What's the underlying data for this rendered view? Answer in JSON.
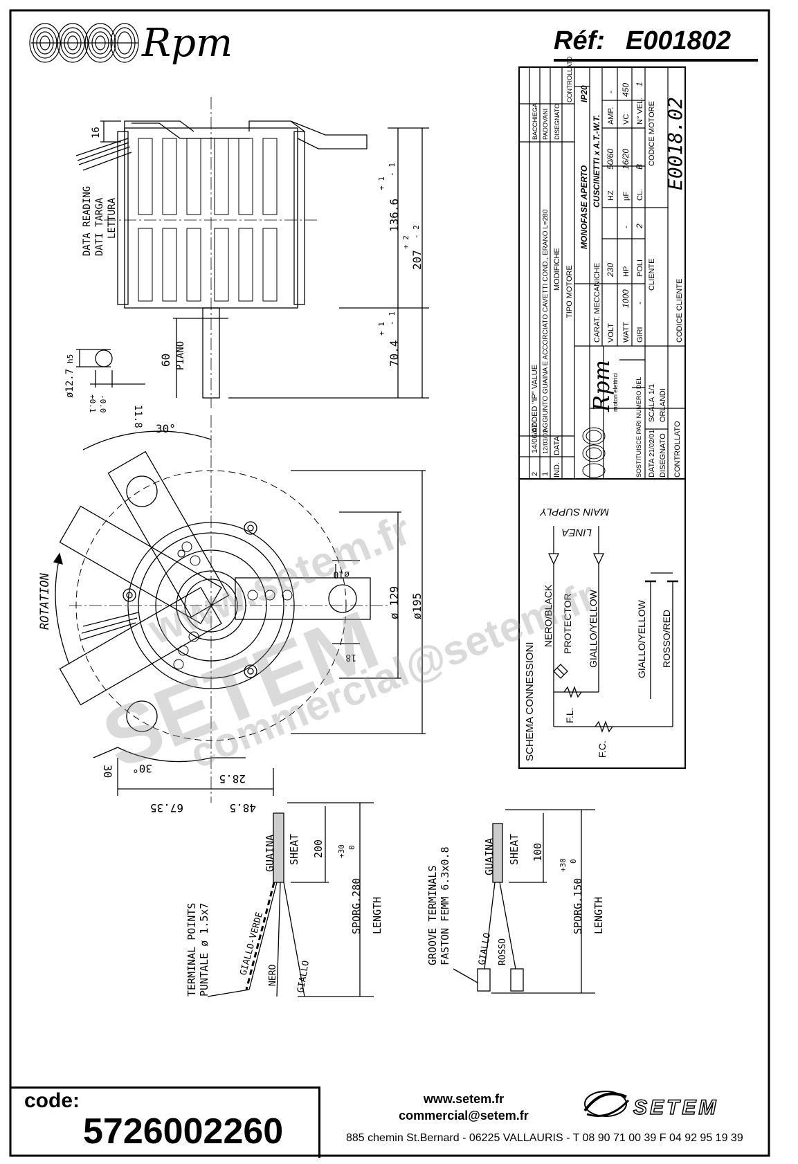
{
  "header": {
    "brand": "Rpm",
    "ref_label": "Réf:",
    "ref_value": "E001802"
  },
  "title_block": {
    "brand": "Rpm",
    "brand_sub": "motori elettrici",
    "revisions": [
      {
        "ind": "2",
        "date": "14/06/07",
        "mod": "ADDED \"IP\" VALUE"
      },
      {
        "ind": "1",
        "date": "12/03/01",
        "mod": "AGGIUNTO GUAINA E ACCORCIATO CAVETTI COND., ERANO L=280"
      }
    ],
    "revision_headers": {
      "ind": "IND.",
      "date": "DATA",
      "mod": "MODIFICHE",
      "drawn": "DISEGNATO",
      "checked": "CONTROLLATO"
    },
    "rev_drawn": [
      "BACCHIEGA",
      "PADOVANI"
    ],
    "motor_type_label": "TIPO MOTORE",
    "motor_type_value": "MONOFASE APERTO",
    "ip_value": "IP20",
    "mech_label": "CARAT. MECCANICHE",
    "mech_value": "CUSCINETTI x A.T.-W.T.",
    "specs": [
      {
        "label": "VOLT",
        "value": "230"
      },
      {
        "label": "HZ",
        "value": "50/60"
      },
      {
        "label": "AMP.",
        "value": "-"
      },
      {
        "label": "WATT",
        "value": "1000"
      },
      {
        "label": "HP",
        "value": "-"
      },
      {
        "label": "µF",
        "value": "16/20"
      },
      {
        "label": "VC",
        "value": "450"
      },
      {
        "label": "GIRI",
        "value": "-"
      },
      {
        "label": "POLI",
        "value": "2"
      },
      {
        "label": "CL.",
        "value": "B"
      },
      {
        "label": "N° VEL.",
        "value": "1"
      }
    ],
    "cliente_label": "CLIENTE",
    "codice_motore_label": "CODICE MOTORE",
    "codice_motore_value": "E0018.02",
    "codice_cliente_label": "CODICE CLIENTE",
    "sostituisce_label": "SOSTITUISCE PARI NUMERO DEL",
    "sostituisce_value": "-",
    "data_label": "DATA",
    "data_value": "21/02/01",
    "scala_label": "SCALA",
    "scala_value": "1/1",
    "disegnato_label": "DISEGNATO",
    "disegnato_value": "ORLANDI",
    "controllato_label": "CONTROLLATO"
  },
  "schema": {
    "title": "SCHEMA CONNESSIONI",
    "main_supply": "MAIN SUPPLY",
    "linea": "LINEA",
    "wires": [
      "NERO/BLACK",
      "PROTECTOR",
      "GIALLO/YELLOW",
      "GIALLO/YELLOW",
      "ROSSO/RED"
    ],
    "fl": "F.L.",
    "fc": "F.C."
  },
  "side_view": {
    "data_reading": "DATA READING",
    "dati_targa": "DATI TARGA",
    "lettura": "LETTURA",
    "dim_16": "16",
    "dim_1366": "136.6",
    "tol_1366": [
      "+ 1",
      "- 1"
    ],
    "dim_207": "207",
    "tol_207": [
      "+ 2",
      "- 2"
    ],
    "dim_704": "70.4",
    "tol_704": [
      "+ 1",
      "- 1"
    ],
    "dim_60": "60",
    "piano": "PIANO",
    "shaft_dia": "ø12.7",
    "shaft_fit": "h5",
    "shaft_flat": "11.8",
    "shaft_flat_tol": [
      "+0.1",
      "-0.0"
    ]
  },
  "front_view": {
    "rotation": "ROTATION",
    "angle_top": "30°",
    "angle_bottom": "30°",
    "dim_30": "30",
    "dim_285": "28.5",
    "dim_6735": "67.35",
    "dim_485": "48.5",
    "dia_129": "ø 129",
    "dia_195": "ø195",
    "dia_10": "ø10",
    "dim_18": "18"
  },
  "cable_left": {
    "guaina": "GUAINA",
    "sheat": "SHEAT",
    "dim_200": "200",
    "sporg": "SPORG.280",
    "tol": [
      "+30",
      "0"
    ],
    "length": "LENGTH",
    "terminal_1": "TERMINAL POINTS",
    "terminal_2": "PUNTALE ø 1.5x7",
    "wires": [
      "GIALLO-VERDE",
      "NERO",
      "GIALLO"
    ]
  },
  "cable_right": {
    "guaina": "GUAINA",
    "sheat": "SHEAT",
    "dim_100": "100",
    "sporg": "SPORG.150",
    "tol": [
      "+30",
      "0"
    ],
    "length": "LENGTH",
    "terminal_1": "GROOVE TERMINALS",
    "terminal_2": "FASTON FEMM 6.3x0.8",
    "wires": [
      "GIALLO",
      "ROSSO"
    ]
  },
  "footer": {
    "code_label": "code:",
    "code_value": "5726002260",
    "website": "www.setem.fr",
    "email": "commercial@setem.fr",
    "setem_brand": "SETEM",
    "address": "885 chemin St.Bernard  -  06225 VALLAURIS  -  T 08 90 71 00 39  F 04 92 95 19 39"
  },
  "watermarks": [
    "www.setem.fr",
    "SETEM",
    "commercial@setem.fr"
  ]
}
